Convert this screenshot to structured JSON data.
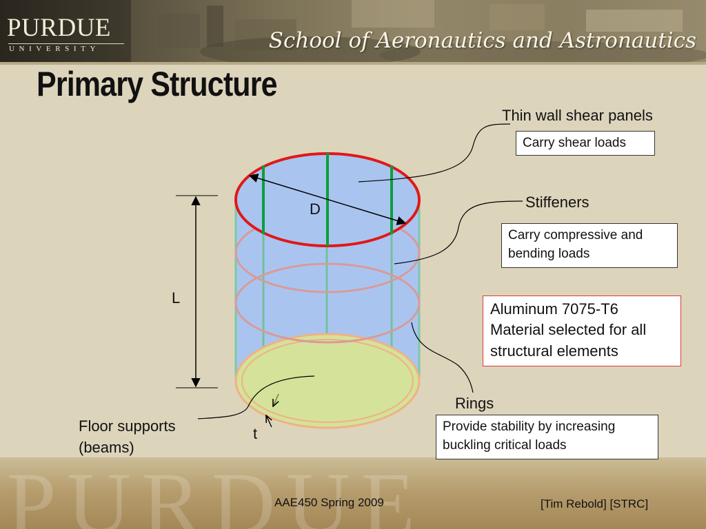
{
  "header": {
    "logo_main": "PURDUE",
    "logo_sub": "UNIVERSITY",
    "department": "School of Aeronautics and Astronautics"
  },
  "slide": {
    "title": "Primary Structure"
  },
  "diagram": {
    "dimension_labels": {
      "diameter": "D",
      "length": "L",
      "thickness": "t"
    },
    "callouts": {
      "shear_panels": {
        "label": "Thin wall shear panels",
        "note": "Carry shear loads"
      },
      "stiffeners": {
        "label": "Stiffeners",
        "note_line1": "Carry compressive and",
        "note_line2": "bending loads"
      },
      "rings": {
        "label": "Rings",
        "note_line1": "Provide stability by increasing",
        "note_line2": "buckling critical loads"
      },
      "floor": {
        "label_line1": "Floor supports",
        "label_line2": "(beams)"
      }
    },
    "material_note": {
      "line1": "Aluminum 7075-T6",
      "line2": "Material selected for all",
      "line3": "structural elements"
    },
    "colors": {
      "panel_fill": "#a9c5ef",
      "top_ring": "#e01818",
      "stiffener": "#0c9e3e",
      "ring": "#d99a9a",
      "floor_fill": "#d4e29a",
      "floor_ring": "#f0b184"
    }
  },
  "footer": {
    "watermark": "PURDUE",
    "course": "AAE450 Spring 2009",
    "author": "[Tim Rebold] [STRC]"
  }
}
